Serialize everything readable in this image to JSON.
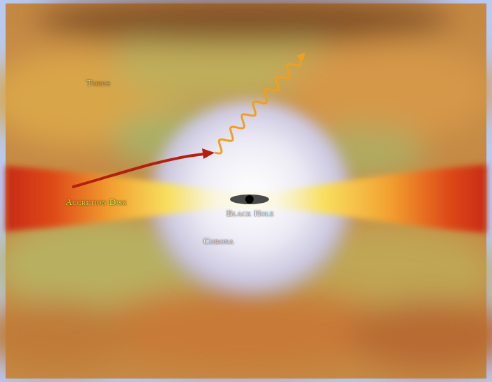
{
  "diagram": {
    "labels": [
      "Torus",
      "Accretion Disk",
      "Black Hole",
      "Corona"
    ]
  }
}
